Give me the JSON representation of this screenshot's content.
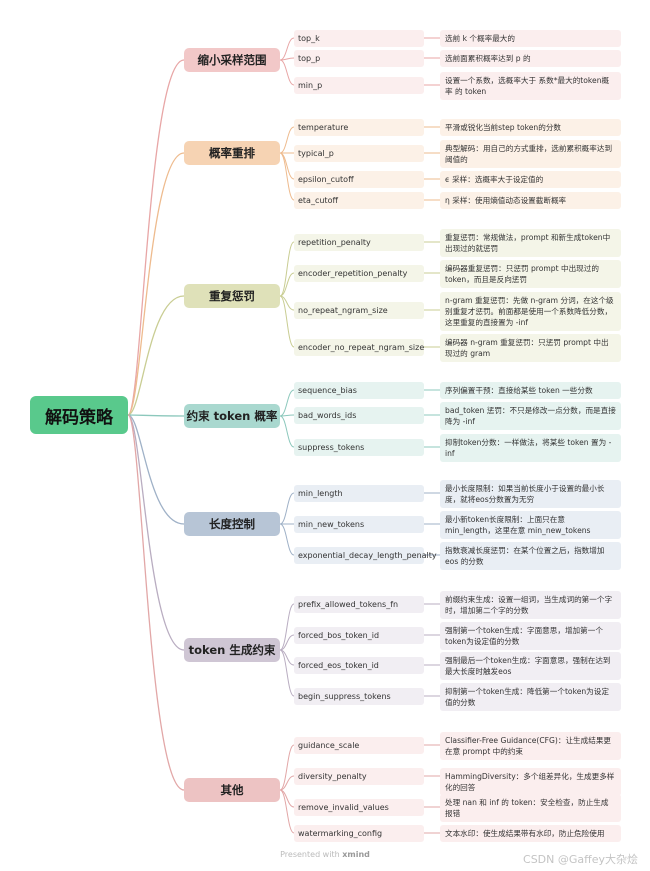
{
  "root": "解码策略",
  "groups": [
    {
      "label": "缩小采样范围",
      "color": "#f2c8c8",
      "light": "#fbeeee",
      "line": "#e8a6a6",
      "items": [
        {
          "name": "top_k",
          "desc": "选前 k 个概率最大的"
        },
        {
          "name": "top_p",
          "desc": "选前面累积概率达到 p 的"
        },
        {
          "name": "min_p",
          "desc": "设置一个系数，选概率大于 系数*最大的token概率 的 token"
        }
      ]
    },
    {
      "label": "概率重排",
      "color": "#f6d3b3",
      "light": "#fcf1e7",
      "line": "#eebb8e",
      "items": [
        {
          "name": "temperature",
          "desc": "平滑或锐化当前step token的分数"
        },
        {
          "name": "typical_p",
          "desc": "典型解码：用自己的方式重排，选前累积概率达到阈值的"
        },
        {
          "name": "epsilon_cutoff",
          "desc": "ϵ 采样：选概率大于设定值的"
        },
        {
          "name": "eta_cutoff",
          "desc": "η 采样：使用熵值动态设置截断概率"
        }
      ]
    },
    {
      "label": "重复惩罚",
      "color": "#dfe1b9",
      "light": "#f4f5e8",
      "line": "#c9cd93",
      "items": [
        {
          "name": "repetition_penalty",
          "desc": "重复惩罚：常规做法，prompt 和新生成token中出现过的就惩罚"
        },
        {
          "name": "encoder_repetition_penalty",
          "desc": "编码器重复惩罚：只惩罚 prompt 中出现过的 token，而且是反向惩罚"
        },
        {
          "name": "no_repeat_ngram_size",
          "desc": "n-gram 重复惩罚：先做 n-gram 分词，在这个级别重复才惩罚。前面都是使用一个系数降低分数，这里重复的直接置为 -inf"
        },
        {
          "name": "encoder_no_repeat_ngram_size",
          "desc": "编码器 n-gram 重复惩罚：只惩罚 prompt 中出现过的 gram"
        }
      ]
    },
    {
      "label": "约束 token 概率",
      "color": "#a9d8cf",
      "light": "#e6f3f0",
      "line": "#8cc8bc",
      "items": [
        {
          "name": "sequence_bias",
          "desc": "序列偏置干预：直接给某些 token 一些分数"
        },
        {
          "name": "bad_words_ids",
          "desc": "bad_token 惩罚：不只是修改一点分数，而是直接降为 -inf"
        },
        {
          "name": "suppress_tokens",
          "desc": "抑制token分数：一样做法，将某些 token 置为 -inf"
        }
      ]
    },
    {
      "label": "长度控制",
      "color": "#b7c5d6",
      "light": "#e9eef4",
      "line": "#9fb1c7",
      "items": [
        {
          "name": "min_length",
          "desc": "最小长度限制：如果当前长度小于设置的最小长度，就将eos分数置为无穷"
        },
        {
          "name": "min_new_tokens",
          "desc": "最小新token长度限制：上面只在意 min_length，这里在意 min_new_tokens"
        },
        {
          "name": "exponential_decay_length_penalty",
          "desc": "指数衰减长度惩罚：在某个位置之后，指数增加 eos 的分数"
        }
      ]
    },
    {
      "label": "token 生成约束",
      "color": "#cfc6d4",
      "light": "#f1eef3",
      "line": "#b9adc1",
      "items": [
        {
          "name": "prefix_allowed_tokens_fn",
          "desc": "前缀约束生成：设置一组词，当生成词的第一个字时，增加第二个字的分数"
        },
        {
          "name": "forced_bos_token_id",
          "desc": "强制第一个token生成：字面意思，增加第一个token为设定值的分数"
        },
        {
          "name": "forced_eos_token_id",
          "desc": "强制最后一个token生成：字面意思，强制在达到最大长度时触发eos"
        },
        {
          "name": "begin_suppress_tokens",
          "desc": "抑制第一个token生成：降低第一个token为设定值的分数"
        }
      ]
    },
    {
      "label": "其他",
      "color": "#edc3c3",
      "light": "#fbeeee",
      "line": "#e2a7a7",
      "items": [
        {
          "name": "guidance_scale",
          "desc": "Classifier-Free Guidance(CFG)：让生成结果更在意 prompt 中的约束"
        },
        {
          "name": "diversity_penalty",
          "desc": "HammingDiversity：多个组差异化，生成更多样化的回答"
        },
        {
          "name": "remove_invalid_values",
          "desc": "处理 nan 和 inf 的 token：安全检查，防止生成报错"
        },
        {
          "name": "watermarking_config",
          "desc": "文本水印：使生成结果带有水印，防止危险使用"
        }
      ]
    }
  ],
  "footer": {
    "prefix": "Presented with ",
    "brand": "xmind"
  },
  "credit": "CSDN @Gaffey大杂烩"
}
